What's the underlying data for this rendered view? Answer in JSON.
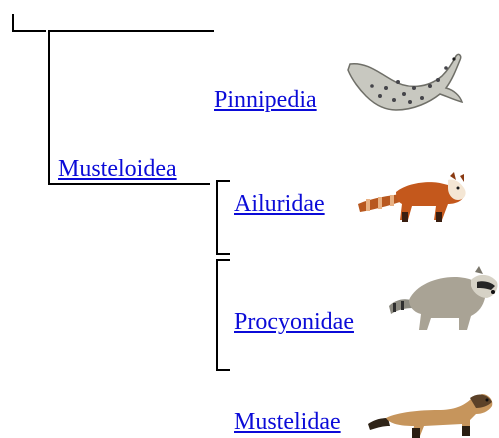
{
  "tree": {
    "clade": {
      "label": "Musteloidea"
    },
    "taxa": [
      {
        "label": "Pinnipedia",
        "icon": "seal-icon"
      },
      {
        "label": "Ailuridae",
        "icon": "red-panda-icon"
      },
      {
        "label": "Procyonidae",
        "icon": "raccoon-icon"
      },
      {
        "label": "Mustelidae",
        "icon": "ferret-icon"
      }
    ]
  },
  "colors": {
    "link": "#0b0bd8",
    "line": "#000000"
  }
}
